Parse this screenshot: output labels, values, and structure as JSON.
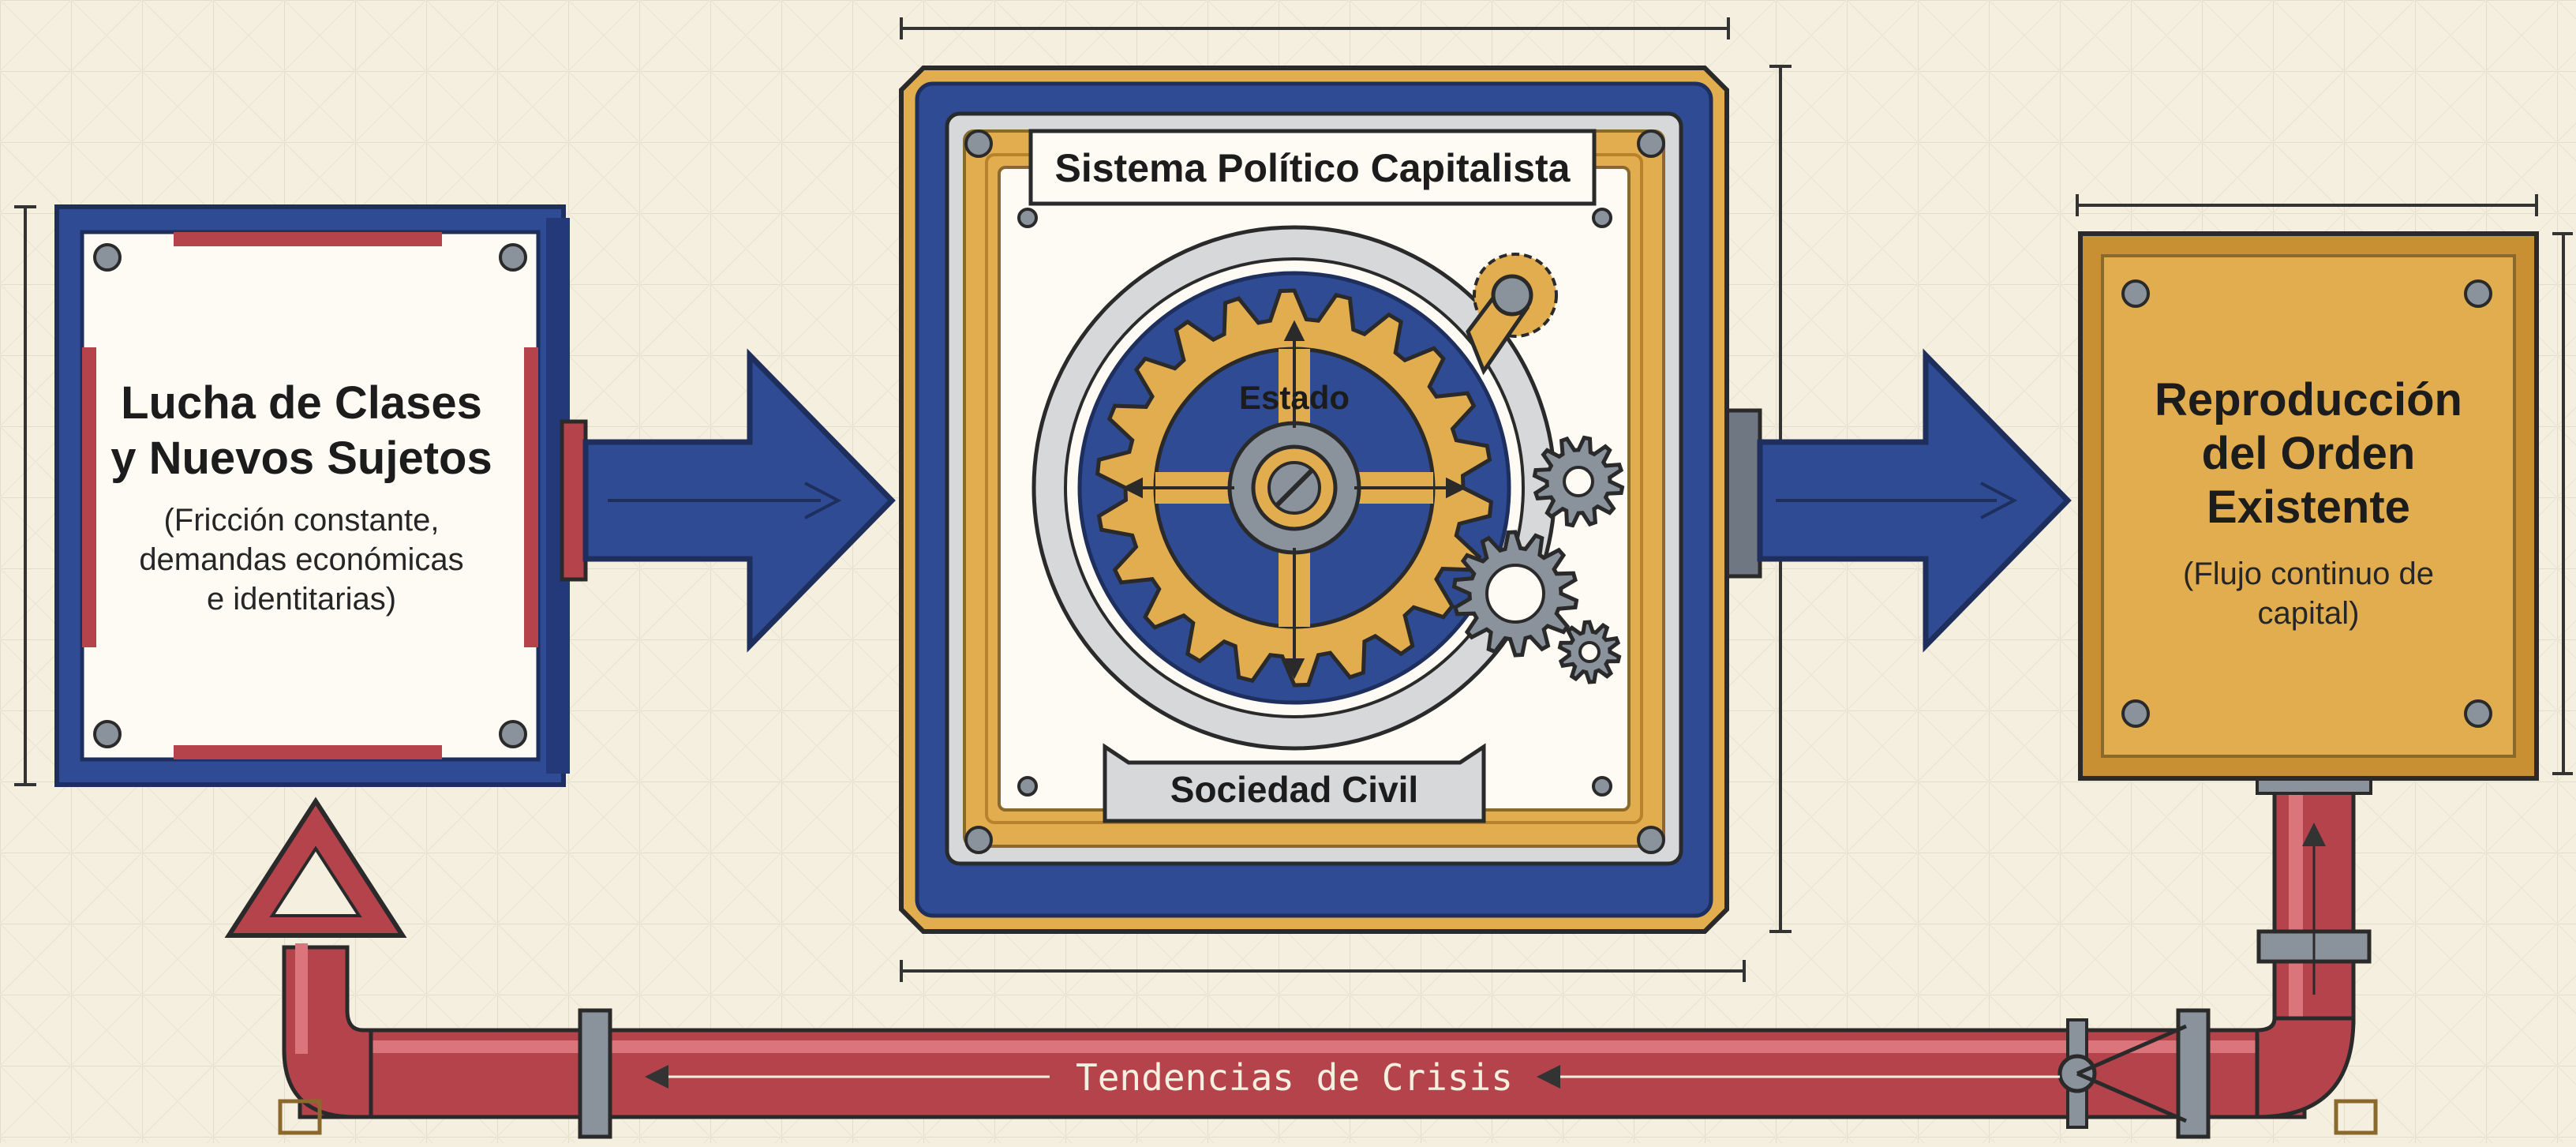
{
  "left_box": {
    "title_line1": "Lucha de Clases",
    "title_line2": "y Nuevos Sujetos",
    "subtitle_line1": "(Fricción constante,",
    "subtitle_line2": "demandas económicas",
    "subtitle_line3": "e identitarias)"
  },
  "center_box": {
    "title": "Sistema Político Capitalista",
    "gear_label": "Estado",
    "base_label": "Sociedad Civil"
  },
  "right_box": {
    "title_line1": "Reproducción",
    "title_line2": "del Orden",
    "title_line3": "Existente",
    "subtitle_line1": "(Flujo continuo de",
    "subtitle_line2": "capital)"
  },
  "feedback_pipe": {
    "label": "Tendencias de Crisis"
  },
  "colors": {
    "navy": "#2f4b94",
    "gold": "#e2ad4f",
    "red": "#b5434c",
    "paper": "#f5efdf",
    "steel": "#8a929c"
  }
}
